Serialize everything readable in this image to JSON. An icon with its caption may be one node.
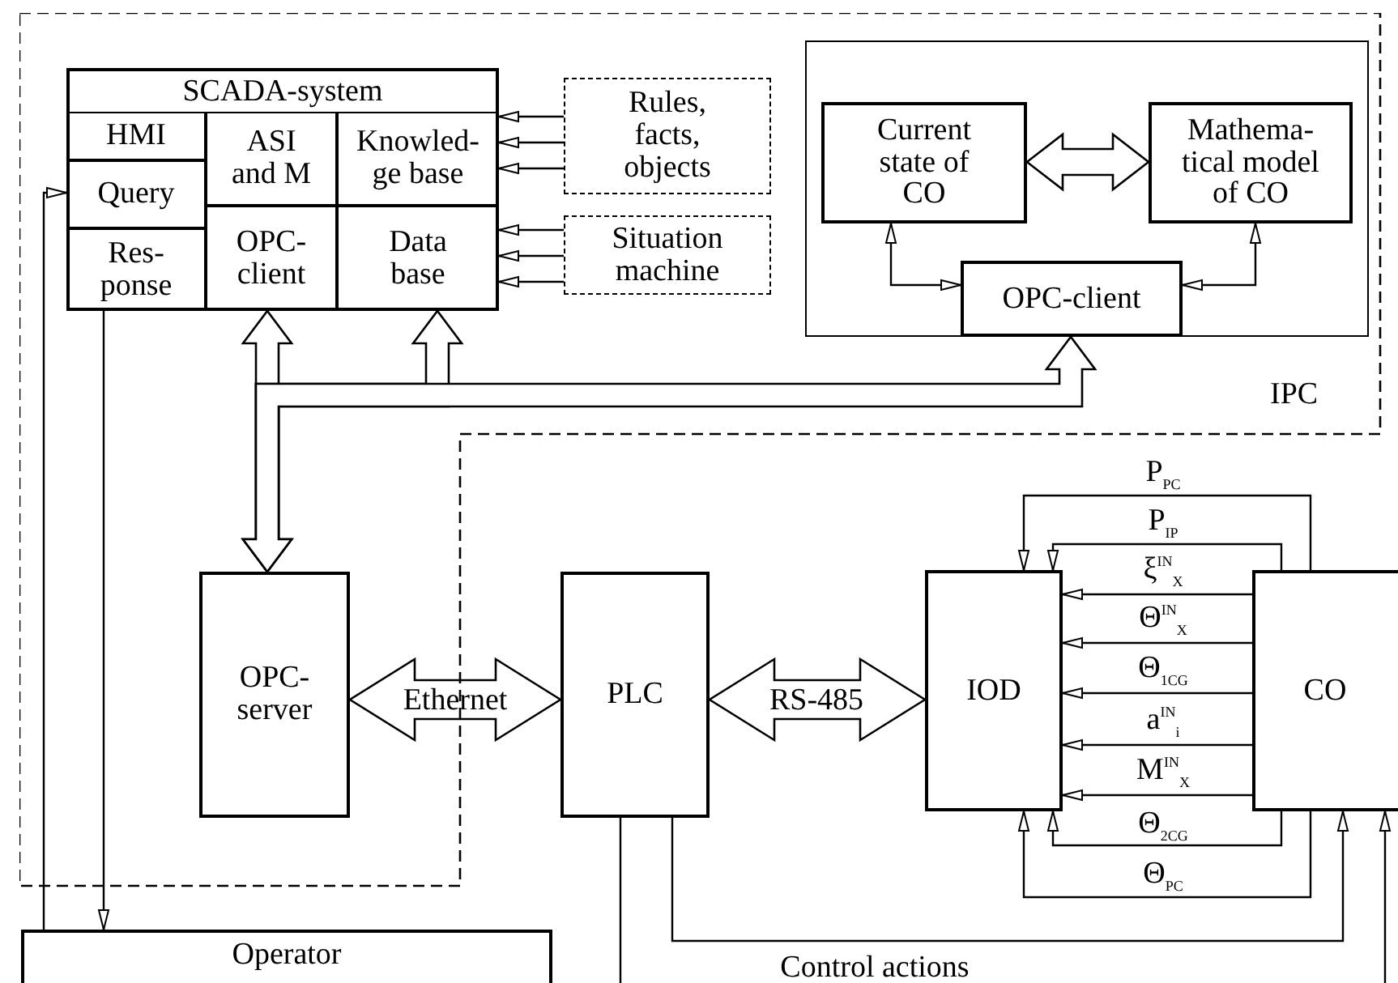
{
  "diagram": {
    "nodes": [
      {
        "text": [
          "IPC"
        ]
      },
      {
        "text": [
          "SCADA-system"
        ],
        "in": 0
      },
      {
        "text": [
          "HMI"
        ],
        "in": 1
      },
      {
        "text": [
          "Query"
        ],
        "in": 1
      },
      {
        "text": [
          "Res- ponse"
        ],
        "in": 1
      },
      {
        "text": [
          "ASI and M"
        ],
        "in": 1
      },
      {
        "text": [
          "Knowled- ge base"
        ],
        "in": 1
      },
      {
        "text": [
          "OPC- client"
        ],
        "in": 1
      },
      {
        "text": [
          "Data base"
        ],
        "in": 1
      },
      {
        "text": [
          "Rules, facts, objects"
        ],
        "in": 0
      },
      {
        "text": [
          "Situation machine"
        ],
        "in": 0
      },
      {
        "text": [],
        "shape": "box",
        "in": 0
      },
      {
        "text": [
          "Current state of CO"
        ],
        "in": 11
      },
      {
        "text": [
          "Mathema- tical model of CO"
        ],
        "in": 11
      },
      {
        "text": [
          "OPC-client"
        ],
        "in": 11
      },
      {
        "text": [
          "OPC- server"
        ],
        "in": 0
      },
      {
        "text": [
          "PLC"
        ]
      },
      {
        "text": [
          "IOD"
        ]
      },
      {
        "text": [
          "CO"
        ]
      },
      {
        "text": [
          "Operator"
        ]
      }
    ],
    "edges": [
      {
        "from": 9,
        "to": 6,
        "arrow": "to"
      },
      {
        "from": 9,
        "to": 6,
        "arrow": "to"
      },
      {
        "from": 9,
        "to": 6,
        "arrow": "to"
      },
      {
        "from": 10,
        "to": 8,
        "arrow": "to"
      },
      {
        "from": 10,
        "to": 8,
        "arrow": "to"
      },
      {
        "from": 10,
        "to": 8,
        "arrow": "to"
      },
      {
        "from": 12,
        "to": 13,
        "arrow": "both",
        "style": "thick"
      },
      {
        "from": 14,
        "to": 12,
        "arrow": "both"
      },
      {
        "from": 14,
        "to": 13,
        "arrow": "both"
      },
      {
        "from": 15,
        "to": 7,
        "arrow": "both",
        "style": "thick"
      },
      {
        "from": 15,
        "to": 8,
        "arrow": "both",
        "style": "thick"
      },
      {
        "from": 15,
        "to": 14,
        "arrow": "both",
        "style": "thick"
      },
      {
        "from": 15,
        "to": 16,
        "arrow": "both",
        "style": "thick",
        "label": "Ethernet"
      },
      {
        "from": 16,
        "to": 17,
        "arrow": "both",
        "style": "thick",
        "label": "RS-485"
      },
      {
        "from": 18,
        "to": 17,
        "arrow": "to",
        "label": "P$_{PC}$"
      },
      {
        "from": 18,
        "to": 17,
        "arrow": "to",
        "label": "P$_{IP}$"
      },
      {
        "from": 18,
        "to": 17,
        "arrow": "to",
        "label": "ξ$^{IN}$$_{X}$"
      },
      {
        "from": 18,
        "to": 17,
        "arrow": "to",
        "label": "Θ$^{IN}$$_{X}$"
      },
      {
        "from": 18,
        "to": 17,
        "arrow": "to",
        "label": "Θ$_{1CG}$"
      },
      {
        "from": 18,
        "to": 17,
        "arrow": "to",
        "label": "a$^{IN}$$_{i}$"
      },
      {
        "from": 18,
        "to": 17,
        "arrow": "to",
        "label": "M$^{IN}$$_{X}$"
      },
      {
        "from": 18,
        "to": 17,
        "arrow": "to",
        "label": "Θ$_{2CG}$"
      },
      {
        "from": 18,
        "to": 17,
        "arrow": "to",
        "label": "Θ$_{PC}$"
      },
      {
        "from": 19,
        "to": 3,
        "arrow": "to"
      },
      {
        "from": 4,
        "to": 19,
        "arrow": "to"
      },
      {
        "from": 16,
        "to": 18,
        "arrow": "to",
        "label": "Control actions"
      },
      {
        "from": 16,
        "to": null,
        "arrow": "none"
      },
      {
        "from": null,
        "to": 18,
        "arrow": "to"
      }
    ]
  }
}
